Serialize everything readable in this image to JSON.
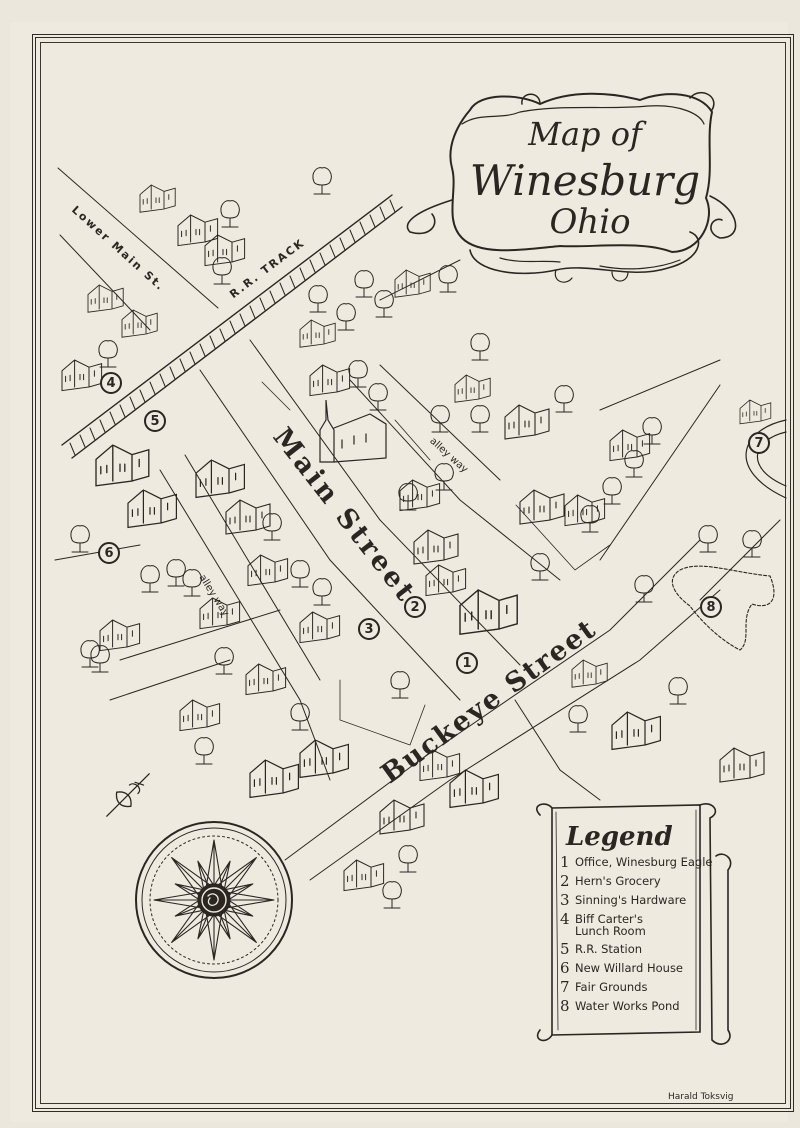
{
  "title": {
    "line1": "Map of",
    "line2": "Winesburg",
    "line3": "Ohio"
  },
  "streets": {
    "main": "Main Street",
    "buckeye": "Buckeye Street",
    "lower_main": "Lower Main St.",
    "rr_track": "R.R. TRACK",
    "alley_1": "alley way",
    "alley_2": "alley way"
  },
  "markers": [
    "1",
    "2",
    "3",
    "4",
    "5",
    "6",
    "7",
    "8"
  ],
  "legend": {
    "title": "Legend",
    "items": [
      {
        "num": "1",
        "label": "Office, Winesburg Eagle"
      },
      {
        "num": "2",
        "label": "Hern's Grocery"
      },
      {
        "num": "3",
        "label": "Sinning's Hardware"
      },
      {
        "num": "4",
        "label": "Biff Carter's\nLunch Room"
      },
      {
        "num": "5",
        "label": "R.R. Station"
      },
      {
        "num": "6",
        "label": "New Willard House"
      },
      {
        "num": "7",
        "label": "Fair Grounds"
      },
      {
        "num": "8",
        "label": "Water Works Pond"
      }
    ]
  },
  "signature": "Harald Toksvig",
  "colors": {
    "ink": "#2a2622",
    "paper": "#eeeae0"
  }
}
